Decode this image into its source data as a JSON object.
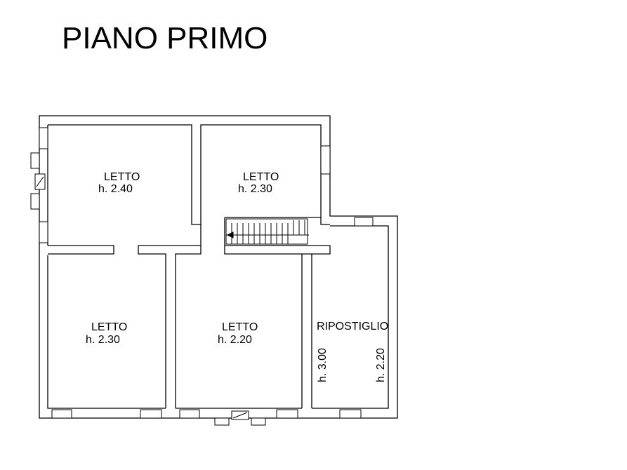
{
  "title": "PIANO PRIMO",
  "rooms": [
    {
      "name": "LETTO",
      "height": "h. 2.40"
    },
    {
      "name": "LETTO",
      "height": "h. 2.30"
    },
    {
      "name": "LETTO",
      "height": "h. 2.30"
    },
    {
      "name": "LETTO",
      "height": "h. 2.20"
    },
    {
      "name": "RIPOSTIGLIO",
      "height_a": "h. 3.00",
      "height_b": "h. 2.20"
    }
  ]
}
